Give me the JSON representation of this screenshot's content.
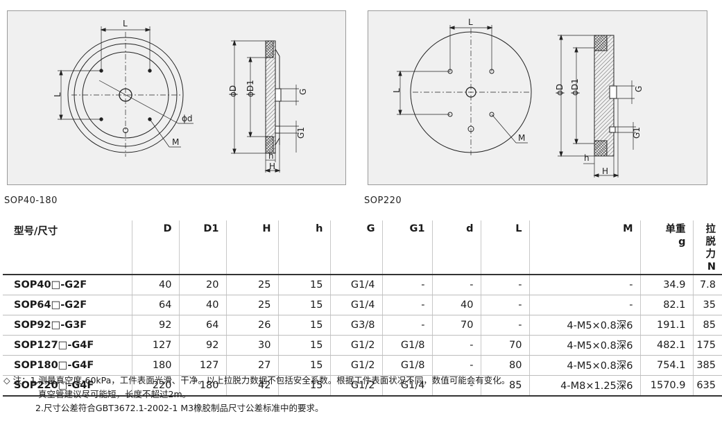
{
  "captions": {
    "left": "SOP40-180",
    "right": "SOP220"
  },
  "drawing_labels": {
    "left": {
      "L_top": "L",
      "L_side": "L",
      "phi_d": "ϕd",
      "M": "M",
      "phi_D": "ϕD",
      "phi_D1": "ϕD1",
      "G": "G",
      "G1": "G1",
      "h": "h",
      "H": "H"
    },
    "right": {
      "L_top": "L",
      "L_side": "L",
      "M": "M",
      "phi_D": "ϕD",
      "phi_D1": "ϕD1",
      "G": "G",
      "G1": "G1",
      "h": "h",
      "H": "H"
    }
  },
  "table": {
    "headers": [
      {
        "label": "型号/尺寸",
        "unit": ""
      },
      {
        "label": "D",
        "unit": ""
      },
      {
        "label": "D1",
        "unit": ""
      },
      {
        "label": "H",
        "unit": ""
      },
      {
        "label": "h",
        "unit": ""
      },
      {
        "label": "G",
        "unit": ""
      },
      {
        "label": "G1",
        "unit": ""
      },
      {
        "label": "d",
        "unit": ""
      },
      {
        "label": "L",
        "unit": ""
      },
      {
        "label": "M",
        "unit": ""
      },
      {
        "label": "单重",
        "unit": "g"
      },
      {
        "label": "拉脱力",
        "unit": "N"
      }
    ],
    "rows": [
      [
        "SOP40□-G2F",
        "40",
        "20",
        "25",
        "15",
        "G1/4",
        "-",
        "-",
        "-",
        "-",
        "34.9",
        "7.8"
      ],
      [
        "SOP64□-G2F",
        "64",
        "40",
        "25",
        "15",
        "G1/4",
        "-",
        "40",
        "-",
        "-",
        "82.1",
        "35"
      ],
      [
        "SOP92□-G3F",
        "92",
        "64",
        "26",
        "15",
        "G3/8",
        "-",
        "70",
        "-",
        "4-M5×0.8深6",
        "191.1",
        "85"
      ],
      [
        "SOP127□-G4F",
        "127",
        "92",
        "30",
        "15",
        "G1/2",
        "G1/8",
        "-",
        "70",
        "4-M5×0.8深6",
        "482.1",
        "175"
      ],
      [
        "SOP180□-G4F",
        "180",
        "127",
        "27",
        "15",
        "G1/2",
        "G1/8",
        "-",
        "80",
        "4-M5×0.8深6",
        "754.1",
        "385"
      ],
      [
        "SOP220□-G4F",
        "220",
        "180",
        "42",
        "15",
        "G1/2",
        "G1/4",
        "-",
        "85",
        "4-M8×1.25深6",
        "1570.9",
        "635"
      ]
    ]
  },
  "notes": [
    "◇ 注：1.测量真空度-60kPa，工件表面光滑、干净。以上拉脱力数据不包括安全系数。根据工件表面状况不同，数值可能会有变化。",
    "真空管建议尽可能短，长度不超过2m。",
    "2.尺寸公差符合GBT3672.1-2002-1 M3橡胶制品尺寸公差标准中的要求。"
  ]
}
